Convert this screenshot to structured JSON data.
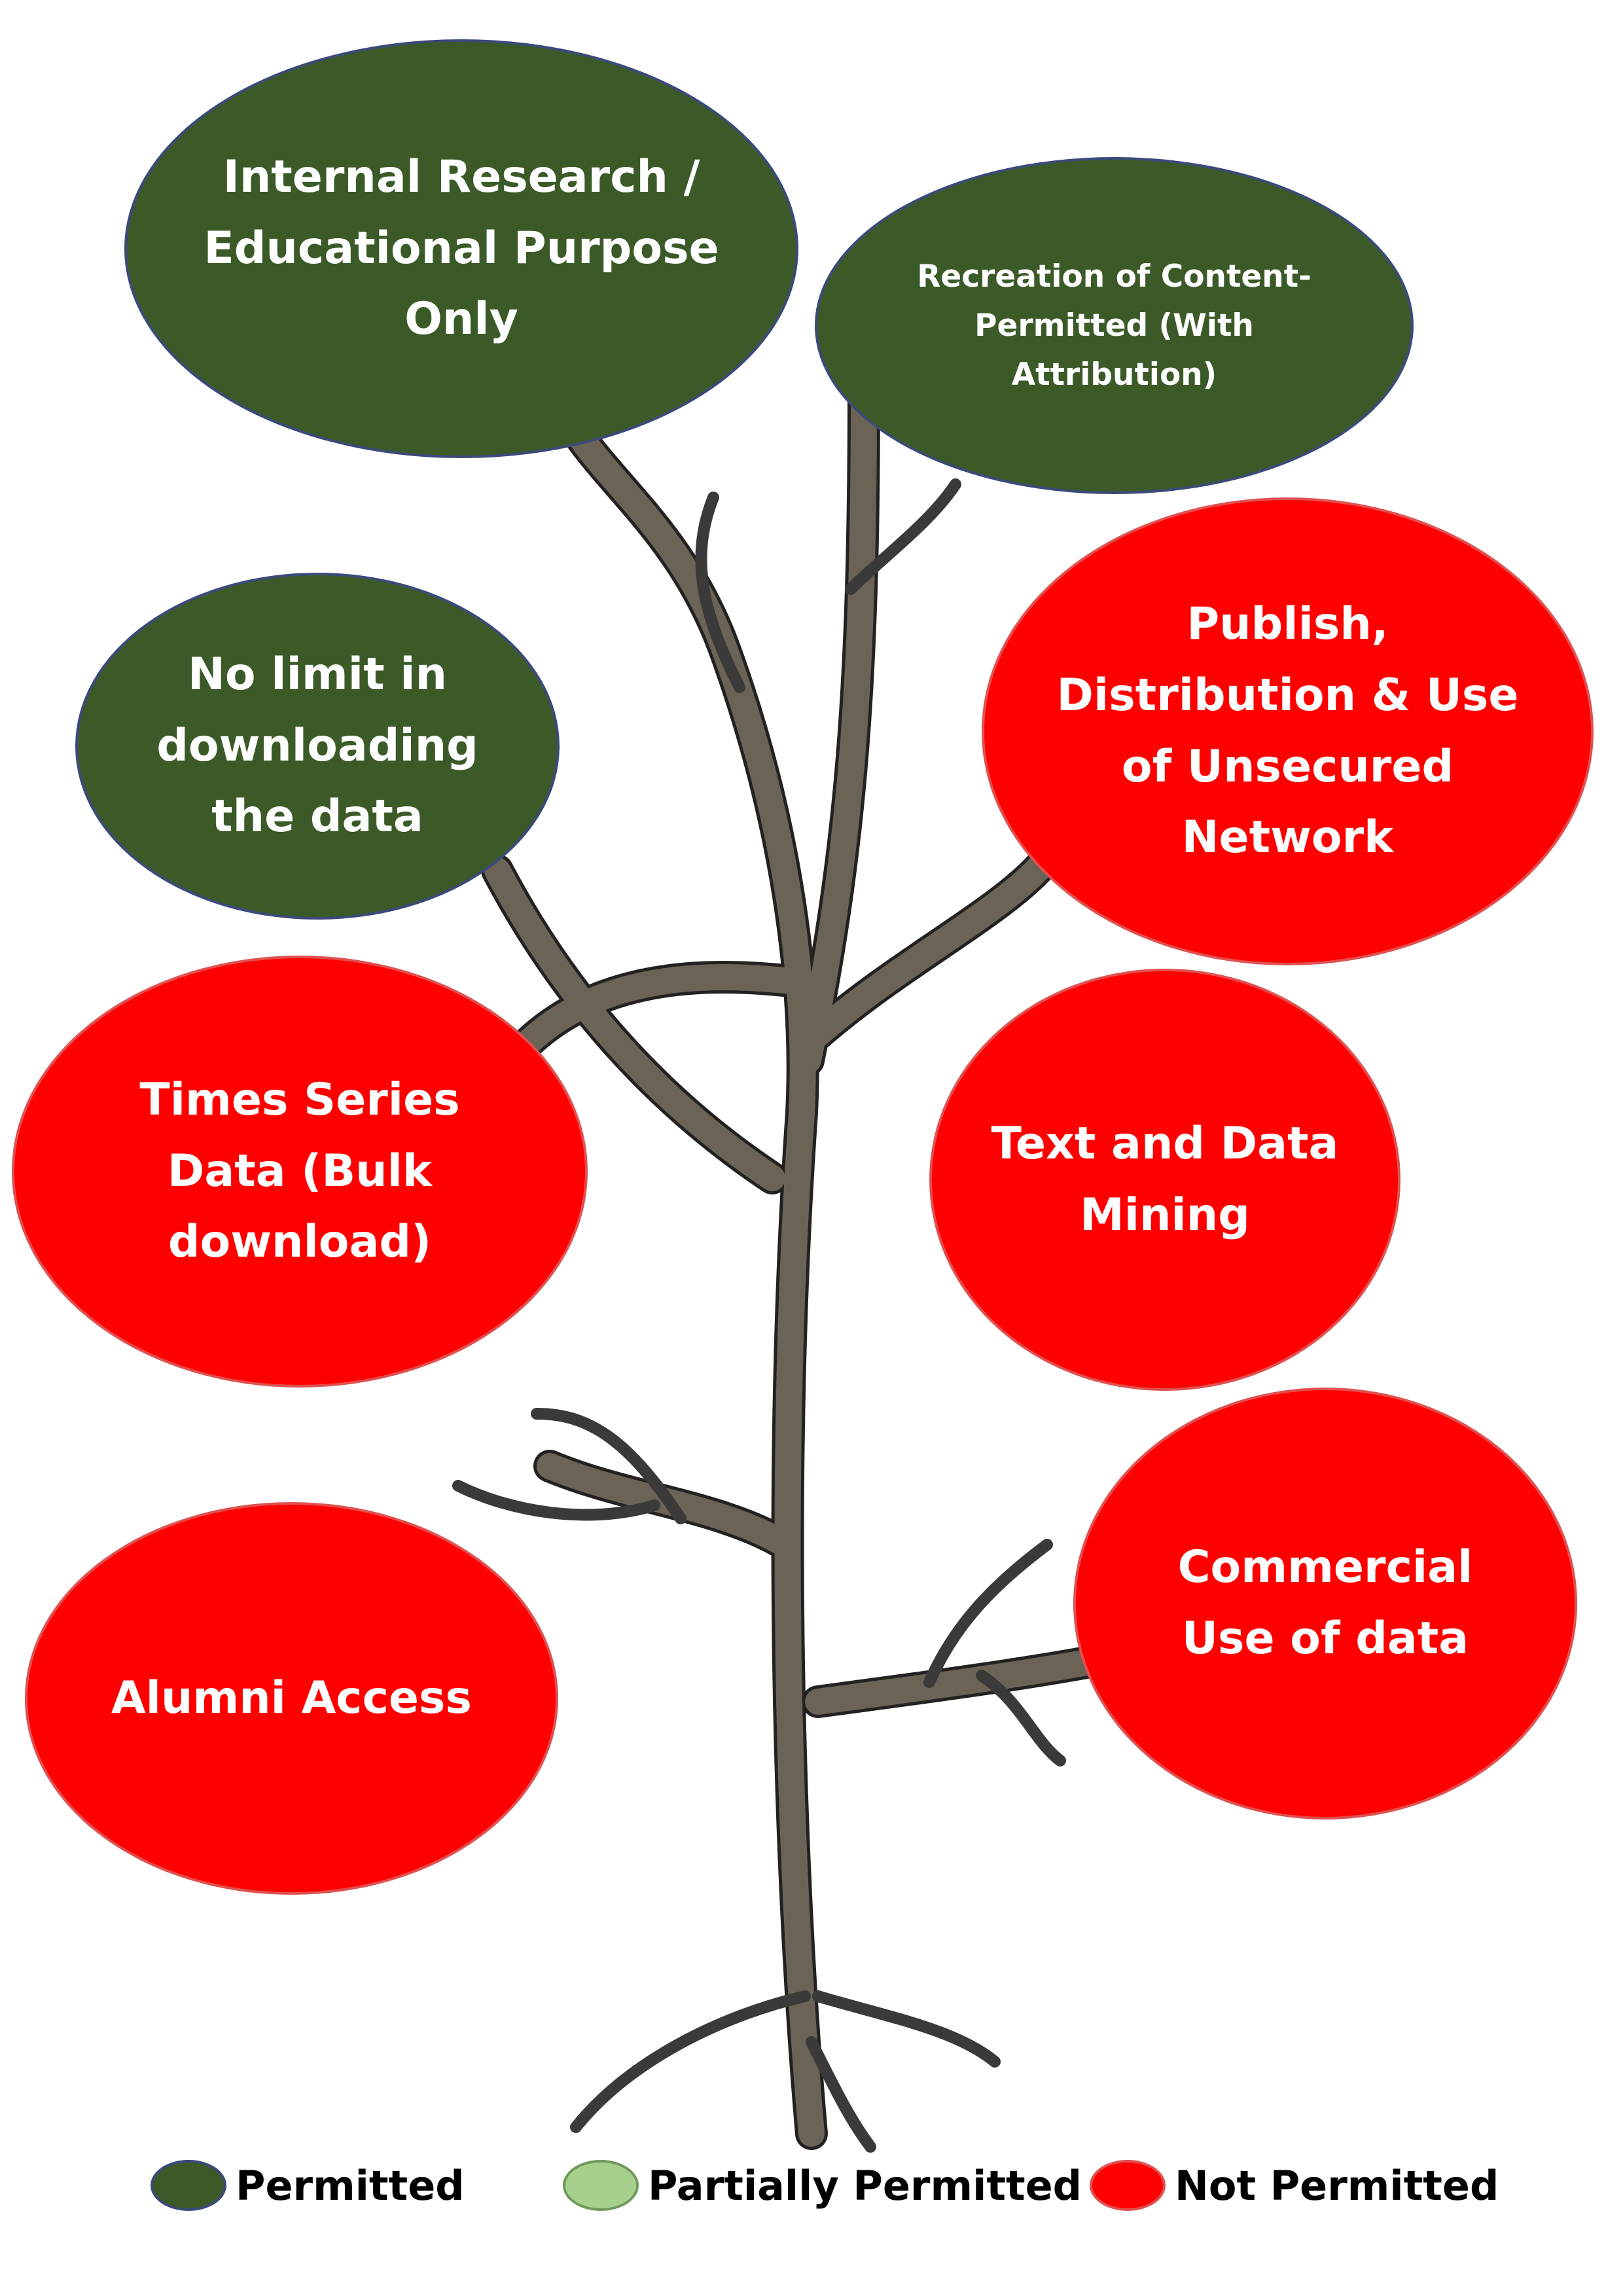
{
  "nodes": [
    {
      "id": "internal-research",
      "text": "Internal Research / Educational Purpose Only",
      "status": "permitted"
    },
    {
      "id": "recreation-of-content",
      "text": "Recreation of Content-Permitted (With Attribution)",
      "status": "permitted"
    },
    {
      "id": "no-limit-download",
      "text": "No limit in downloading the data",
      "status": "permitted"
    },
    {
      "id": "publish-distribution",
      "text": "Publish, Distribution & Use of Unsecured Network",
      "status": "not_permitted"
    },
    {
      "id": "time-series-bulk",
      "text": "Times Series Data (Bulk download)",
      "status": "not_permitted"
    },
    {
      "id": "text-data-mining",
      "text": "Text and Data Mining",
      "status": "not_permitted"
    },
    {
      "id": "alumni-access",
      "text": "Alumni Access",
      "status": "not_permitted"
    },
    {
      "id": "commercial-use",
      "text": "Commercial Use of data",
      "status": "not_permitted"
    }
  ],
  "legend": [
    {
      "label": "Permitted",
      "color": "#3c5a28"
    },
    {
      "label": "Partially Permitted",
      "color": "#a8d08d"
    },
    {
      "label": "Not Permitted",
      "color": "#ff0000"
    }
  ],
  "colors": {
    "permitted": "#3c5a28",
    "partially_permitted": "#a8d08d",
    "not_permitted": "#ff0000",
    "tree": "#6b6456"
  }
}
